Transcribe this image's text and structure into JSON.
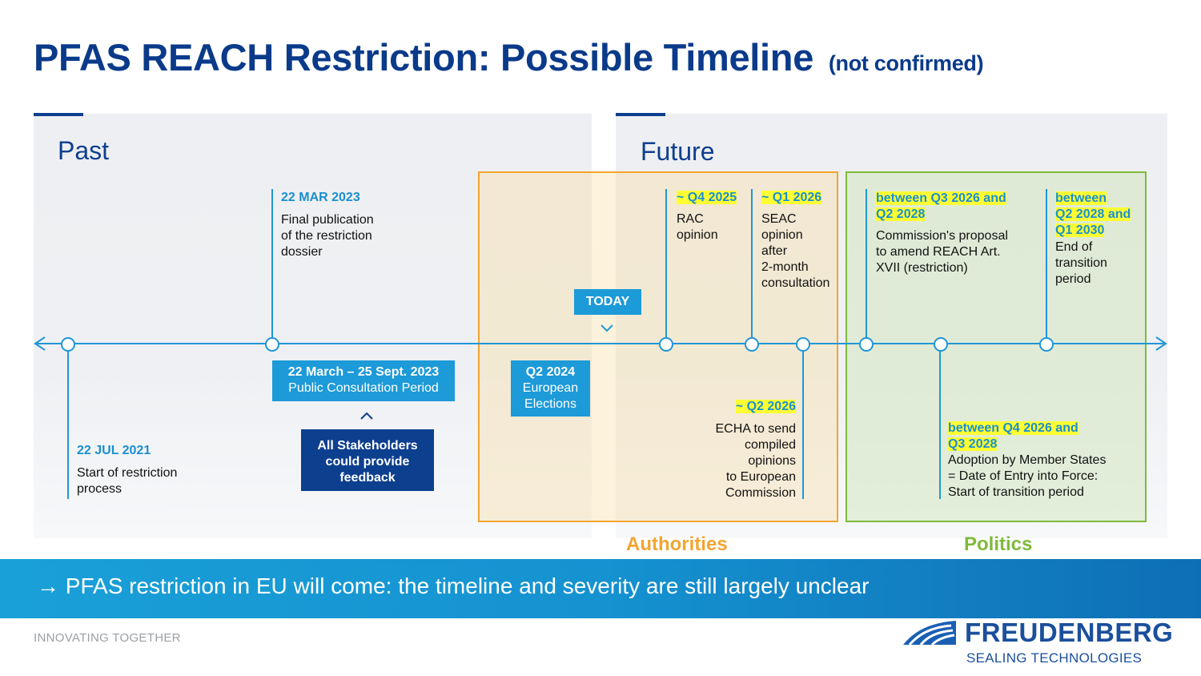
{
  "title": {
    "main": "PFAS REACH Restriction: Possible Timeline",
    "sub": "(not confirmed)"
  },
  "panels": {
    "past": "Past",
    "future": "Future"
  },
  "today_label": "TODAY",
  "events": {
    "jul2021": {
      "date": "22 JUL 2021",
      "desc": [
        "Start of restriction",
        "process"
      ]
    },
    "mar2023": {
      "date": "22 MAR 2023",
      "desc": [
        "Final publication",
        "of the restriction",
        "dossier"
      ]
    },
    "consultation": [
      "22 March – 25 Sept. 2023",
      "Public Consultation Period"
    ],
    "stakeholders": [
      "All Stakeholders",
      "could provide",
      "feedback"
    ],
    "elections": [
      "Q2 2024",
      "European",
      "Elections"
    ],
    "q4_2025": {
      "date": "~ Q4 2025",
      "desc": [
        "RAC",
        "opinion"
      ]
    },
    "q1_2026": {
      "date": "~ Q1 2026",
      "desc": [
        "SEAC",
        "opinion",
        "after",
        "2-month",
        "consultation"
      ]
    },
    "q2_2026": {
      "date": "~ Q2 2026",
      "desc": [
        "ECHA to send",
        "compiled",
        "opinions",
        "to European",
        "Commission"
      ]
    },
    "commission": {
      "date": [
        "between Q3 2026 and",
        "Q2 2028"
      ],
      "desc": [
        "Commission's proposal",
        "to amend REACH Art.",
        "XVII (restriction)"
      ]
    },
    "transition_end": {
      "date": [
        "between",
        "Q2 2028 and",
        "Q1 2030"
      ],
      "desc": [
        "End of",
        "transition",
        "period"
      ]
    },
    "adoption": {
      "date": [
        "between Q4 2026 and",
        "Q3 2028"
      ],
      "desc": [
        "Adoption by Member States",
        "= Date of Entry into Force:",
        "Start of transition period"
      ]
    }
  },
  "groups": {
    "authorities": "Authorities",
    "politics": "Politics"
  },
  "footer": {
    "message": "→ PFAS restriction in EU will come: the timeline and severity are still largely unclear",
    "tagline": "INNOVATING TOGETHER"
  },
  "brand": {
    "name": "FREUDENBERG",
    "division": "SEALING TECHNOLOGIES"
  },
  "colors": {
    "title": "#0a3a8a",
    "accent": "#1d9ad8",
    "dark": "#0d3f8f",
    "authorities": "#f2a531",
    "politics": "#7fba3a",
    "highlight": "#ffff33"
  }
}
